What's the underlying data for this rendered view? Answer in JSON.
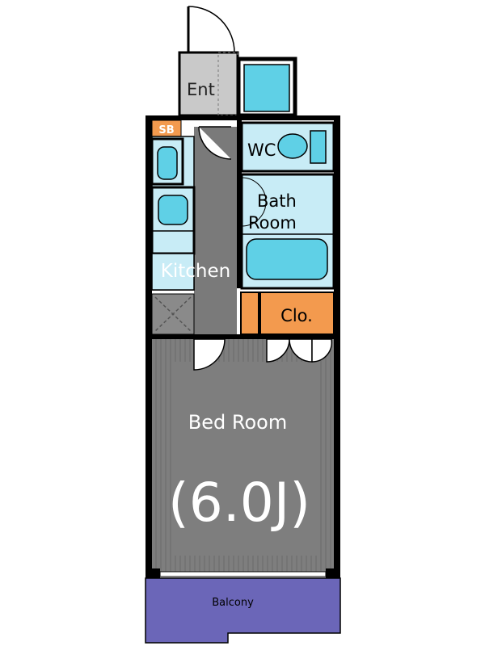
{
  "rooms": {
    "entrance": "Ent",
    "wc": "WC",
    "bath_line1": "Bath",
    "bath_line2": "Room",
    "kitchen": "Kitchen",
    "shoe_box": "SB",
    "closet": "Clo.",
    "bedroom": "Bed Room",
    "bedroom_size": "(6.0J)",
    "balcony": "Balcony"
  },
  "colors": {
    "wall": "#000000",
    "floor_gray": "#808080",
    "fixture_cyan": "#5fd0e6",
    "fixture_light": "#c8ecf6",
    "storage_orange": "#f39a4e",
    "entrance_gray": "#c8c8c8",
    "balcony_purple": "#6b66b8",
    "label_white": "#ffffff"
  }
}
